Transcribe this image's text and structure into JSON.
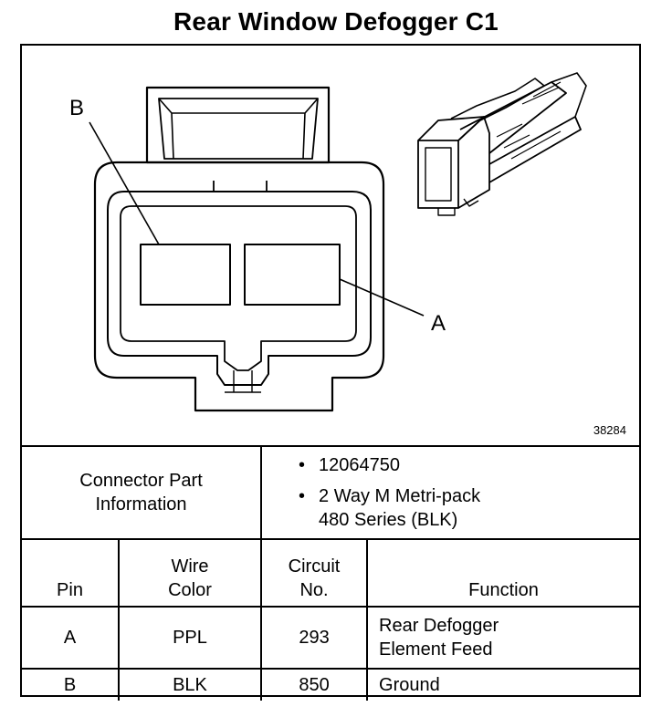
{
  "title": "Rear Window Defogger C1",
  "figure": {
    "figure_id": "38284",
    "callouts": {
      "a": "A",
      "b": "B"
    }
  },
  "connector_info": {
    "label_line1": "Connector Part",
    "label_line2": "Information",
    "part_number": "12064750",
    "description_line1": "2 Way M Metri-pack",
    "description_line2": "480 Series (BLK)"
  },
  "table": {
    "headers": {
      "pin": "Pin",
      "wire_color_line1": "Wire",
      "wire_color_line2": "Color",
      "circuit_line1": "Circuit",
      "circuit_line2": "No.",
      "function": "Function"
    },
    "rows": [
      {
        "pin": "A",
        "wire_color": "PPL",
        "circuit": "293",
        "function_line1": "Rear Defogger",
        "function_line2": "Element Feed"
      },
      {
        "pin": "B",
        "wire_color": "BLK",
        "circuit": "850",
        "function_line1": "Ground",
        "function_line2": ""
      }
    ]
  }
}
